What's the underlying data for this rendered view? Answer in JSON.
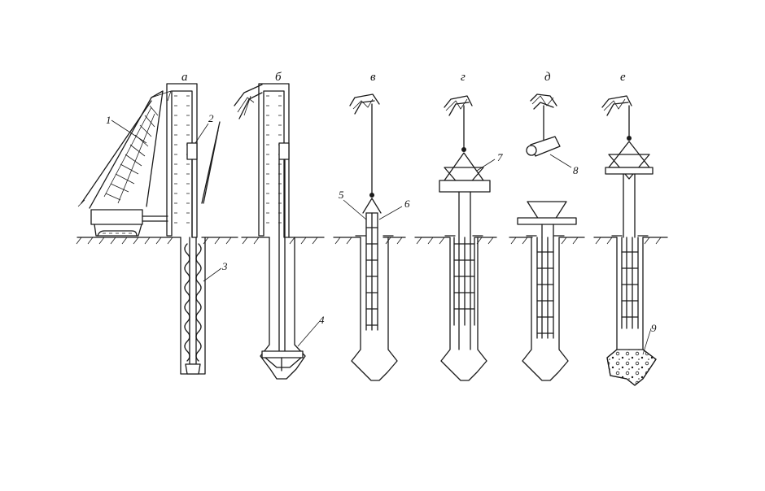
{
  "stage_labels": [
    "а",
    "б",
    "в",
    "г",
    "д",
    "е"
  ],
  "callouts": [
    "1",
    "2",
    "3",
    "4",
    "5",
    "6",
    "7",
    "8",
    "9"
  ]
}
